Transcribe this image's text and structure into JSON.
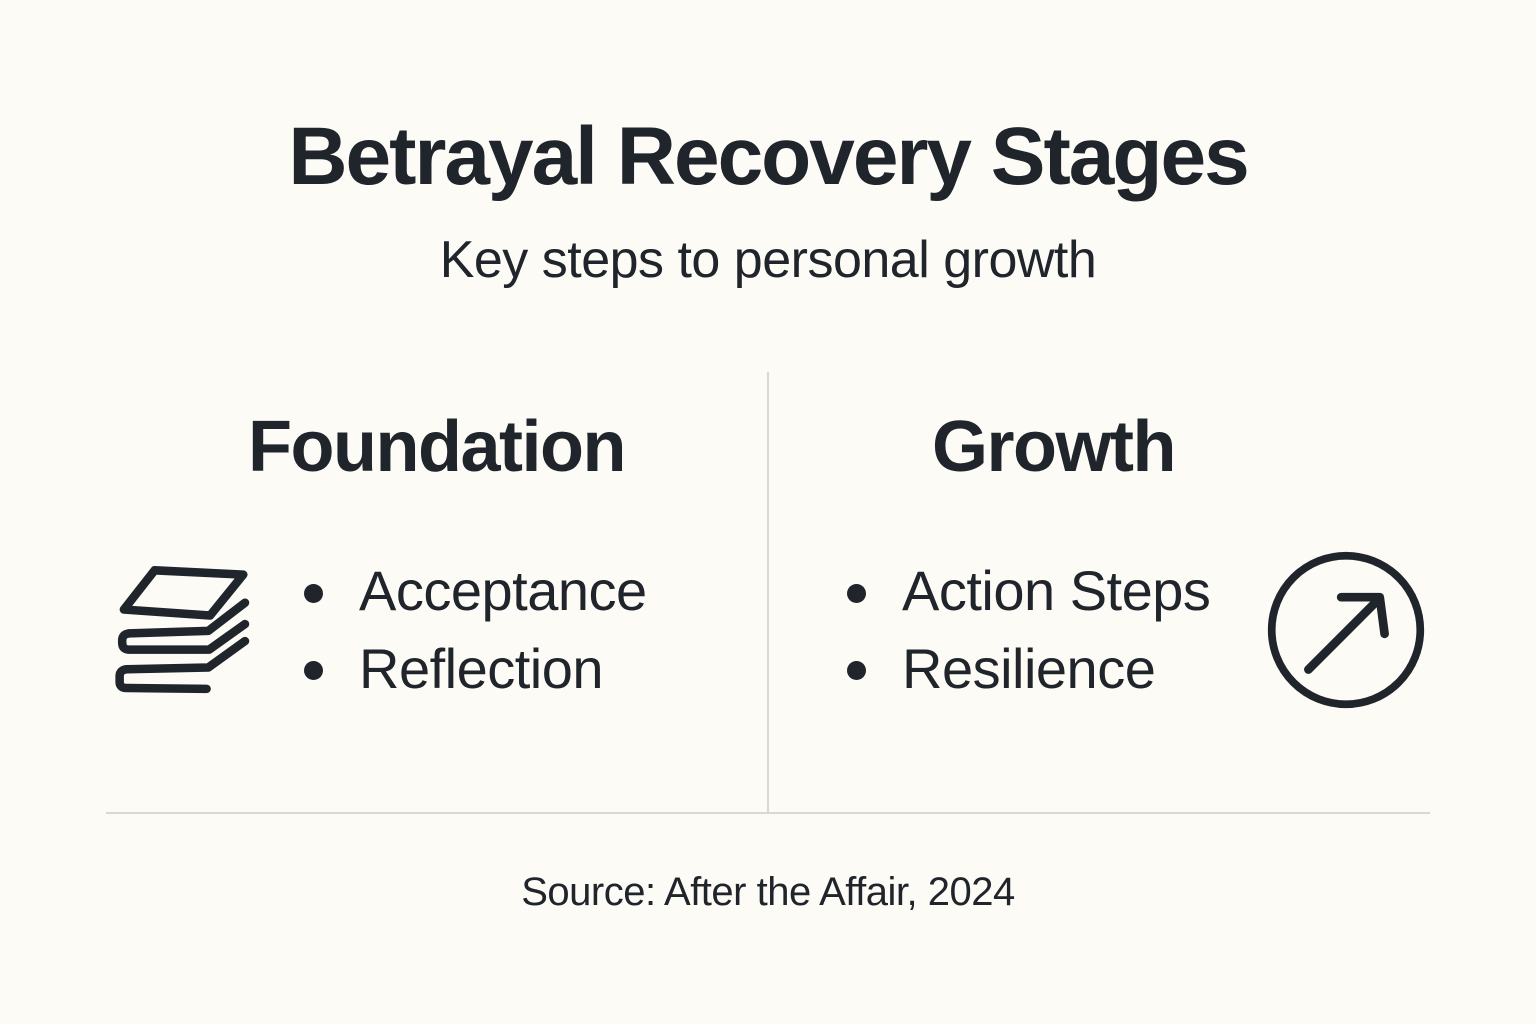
{
  "colors": {
    "background": "#fcfbf6",
    "ink": "#20242b",
    "divider": "#d8d8d4"
  },
  "header": {
    "title": "Betrayal Recovery Stages",
    "subtitle": "Key steps to personal growth"
  },
  "columns": [
    {
      "heading": "Foundation",
      "icon": "stacked-layers-icon",
      "items": [
        "Acceptance",
        "Reflection"
      ]
    },
    {
      "heading": "Growth",
      "icon": "arrow-up-right-circle-icon",
      "items": [
        "Action Steps",
        "Resilience"
      ]
    }
  ],
  "footer": {
    "source": "Source: After the Affair, 2024"
  }
}
